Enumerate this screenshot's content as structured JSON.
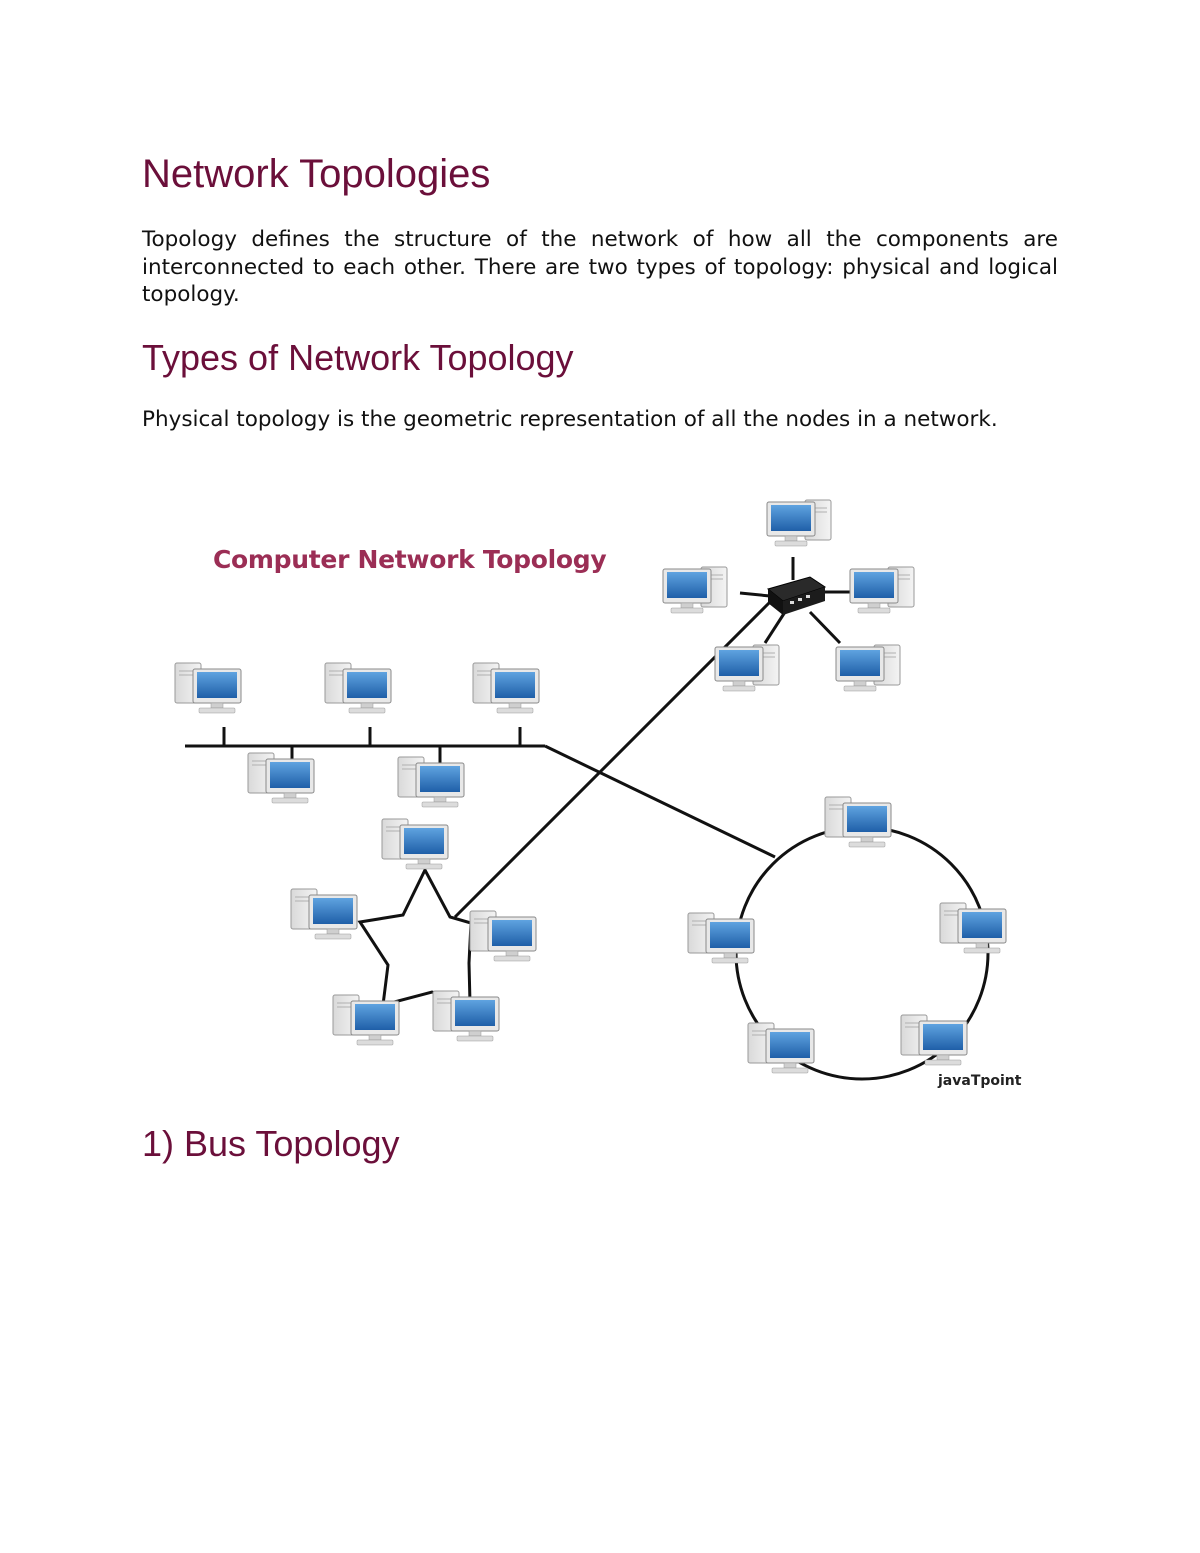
{
  "heading": "Network Topologies",
  "intro": "Topology defines the structure of the network of how all the components are interconnected to each other. There are two types of topology: physical and logical topology.",
  "section_heading": "Types of Network Topology",
  "section_text": "Physical topology is the geometric representation of all the nodes in a network.",
  "figure": {
    "title": "Computer Network Topology",
    "watermark": "javaTpoint",
    "icons": [
      "computer-icon",
      "hub-icon"
    ]
  },
  "subsection_heading": "1) Bus Topology"
}
